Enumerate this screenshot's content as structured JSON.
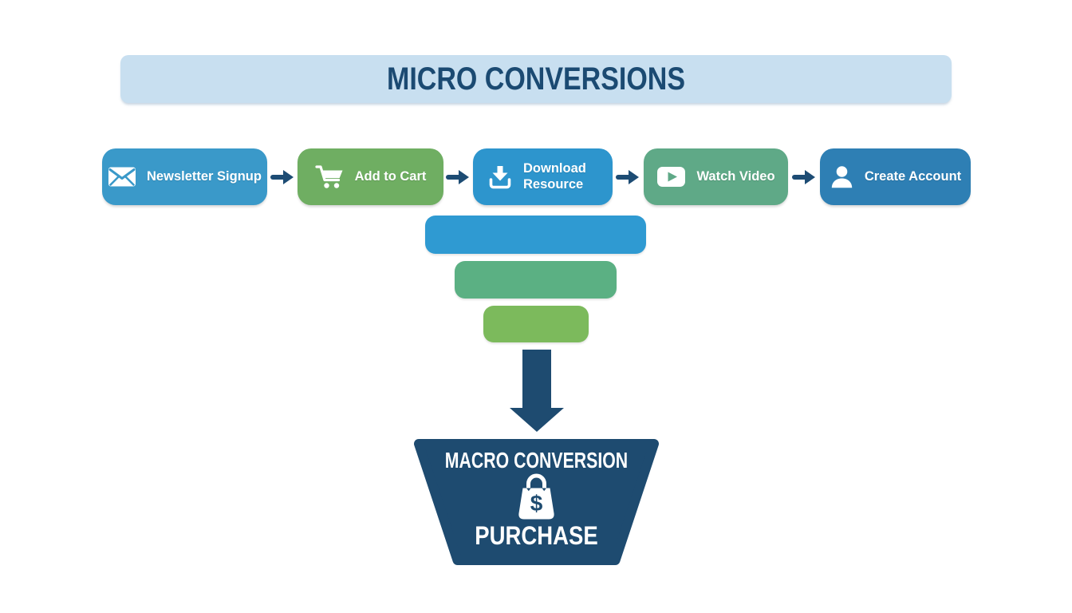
{
  "header": {
    "title": "MICRO CONVERSIONS"
  },
  "micro_steps": [
    {
      "label": "Newsletter Signup",
      "icon": "envelope-icon",
      "color": "#3a99c9"
    },
    {
      "label": "Add to Cart",
      "icon": "cart-icon",
      "color": "#6fae62"
    },
    {
      "label": "Download Resource",
      "icon": "download-icon",
      "color": "#2d95cd"
    },
    {
      "label": "Watch Video",
      "icon": "video-icon",
      "color": "#5fa987"
    },
    {
      "label": "Create Account",
      "icon": "person-icon",
      "color": "#2e7fb4"
    }
  ],
  "funnel_bars": [
    {
      "color": "#2f9ad2"
    },
    {
      "color": "#5bb083"
    },
    {
      "color": "#7cba5c"
    }
  ],
  "macro_conversion": {
    "heading": "MACRO CONVERSION",
    "label": "PURCHASE",
    "currency_symbol": "$",
    "icon": "shopping-bag-icon",
    "color": "#1e4b70"
  },
  "colors": {
    "header_bg": "#c8dff0",
    "header_text": "#1b4a72",
    "arrow_navy": "#1d4c74",
    "funnel_navy": "#1e4b70",
    "background": "#ffffff"
  }
}
